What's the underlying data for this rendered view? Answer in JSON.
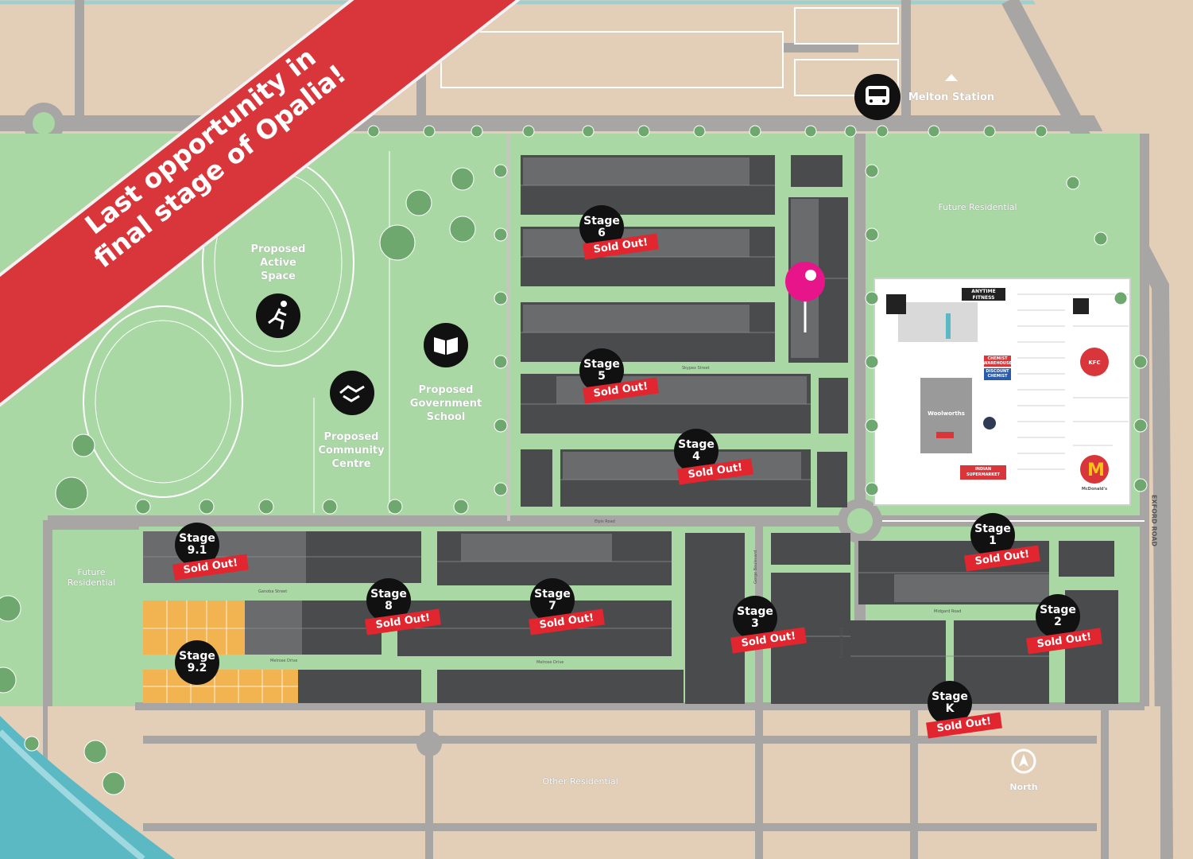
{
  "banner": {
    "line1": "Last opportunity in",
    "line2": "final stage of Opalia!"
  },
  "colors": {
    "land": "#e3cfb8",
    "road": "#a8a6a4",
    "green": "#a9d8a5",
    "lots_dark": "#4a4b4d",
    "lots_mid": "#6a6b6d",
    "lots_available": "#f2b450",
    "stage_badge": "#111111",
    "sold_badge": "#e2262f",
    "banner": "#d8363a",
    "water": "#5ab9c3",
    "pin": "#e8158a"
  },
  "labels": {
    "melton_station": "Melton Station",
    "future_residential_right": "Future Residential",
    "future_residential_left_1": "Future",
    "future_residential_left_2": "Residential",
    "other_residential": "Other Residential",
    "proposed_active_1": "Proposed",
    "proposed_active_2": "Active",
    "proposed_active_3": "Space",
    "proposed_school_1": "Proposed",
    "proposed_school_2": "Government",
    "proposed_school_3": "School",
    "proposed_community_1": "Proposed",
    "proposed_community_2": "Community",
    "proposed_community_3": "Centre",
    "north": "North",
    "exford_road": "EXFORD ROAD"
  },
  "streets": {
    "skypex": "Skypex Street",
    "elpis": "Elpis Road",
    "ganoba": "Ganoba Street",
    "melrose_left": "Melrose Drive",
    "melrose_mid": "Melrose Drive",
    "midgard": "Midgard Road",
    "gorge": "Gorge Boulevard",
    "edgeware": "Edgeware Road"
  },
  "stages": [
    {
      "id": "stage6",
      "line1": "Stage",
      "line2": "6",
      "sold": "Sold Out!"
    },
    {
      "id": "stage5",
      "line1": "Stage",
      "line2": "5",
      "sold": "Sold Out!"
    },
    {
      "id": "stage4",
      "line1": "Stage",
      "line2": "4",
      "sold": "Sold Out!"
    },
    {
      "id": "stage91",
      "line1": "Stage",
      "line2": "9.1",
      "sold": "Sold Out!"
    },
    {
      "id": "stage8",
      "line1": "Stage",
      "line2": "8",
      "sold": "Sold Out!"
    },
    {
      "id": "stage7",
      "line1": "Stage",
      "line2": "7",
      "sold": "Sold Out!"
    },
    {
      "id": "stage3",
      "line1": "Stage",
      "line2": "3",
      "sold": "Sold Out!"
    },
    {
      "id": "stage1",
      "line1": "Stage",
      "line2": "1",
      "sold": "Sold Out!"
    },
    {
      "id": "stage2",
      "line1": "Stage",
      "line2": "2",
      "sold": "Sold Out!"
    },
    {
      "id": "stageK",
      "line1": "Stage",
      "line2": "K",
      "sold": "Sold Out!"
    },
    {
      "id": "stage92",
      "line1": "Stage",
      "line2": "9.2",
      "sold": ""
    }
  ],
  "shops": {
    "woolworths": "Woolworths",
    "anytime_fitness": "ANYTIME FITNESS",
    "chemist": "CHEMIST WAREHOUSE",
    "discount_chemist": "DISCOUNT CHEMIST",
    "indian_supermarket": "INDIAN SUPERMARKET",
    "kfc": "KFC",
    "mcdonalds": "McDonald's"
  }
}
